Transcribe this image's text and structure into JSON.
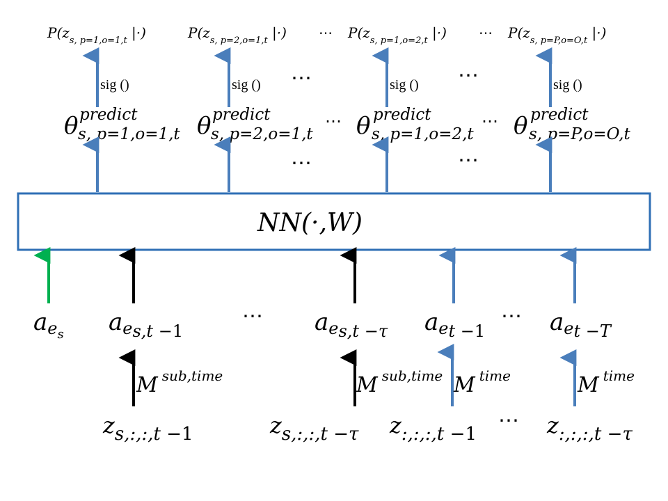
{
  "colors": {
    "blue": "#4a7ebb",
    "black": "#000000",
    "green": "#00b050",
    "box": "#2f6fb5"
  },
  "nn_box": {
    "label": "NN(·,W)"
  },
  "outputs": [
    {
      "label_main": "P(z",
      "label_sub": "s, p=1,o=1,t",
      "label_tail": " |·)",
      "theta_sup": "predict",
      "theta_sub": "s, p=1,o=1,t",
      "sig": "sig ()"
    },
    {
      "label_main": "P(z",
      "label_sub": "s, p=2,o=1,t",
      "label_tail": " |·)",
      "theta_sup": "predict",
      "theta_sub": "s, p=2,o=1,t",
      "sig": "sig ()"
    },
    {
      "label_main": "P(z",
      "label_sub": "s, p=1,o=2,t",
      "label_tail": " |·)",
      "theta_sup": "predict",
      "theta_sub": "s, p=1,o=2,t",
      "sig": "sig ()"
    },
    {
      "label_main": "P(z",
      "label_sub": "s, p=P,o=O,t",
      "label_tail": " |·)",
      "theta_sup": "predict",
      "theta_sub": "s, p=P,o=O,t",
      "sig": "sig ()"
    }
  ],
  "ellipsis": "⋯",
  "inputs": [
    {
      "main": "a",
      "sub": "e",
      "subsub": "s",
      "subtail": ""
    },
    {
      "main": "a",
      "sub": "e",
      "subsub": "s,t",
      "subtail": " −1"
    },
    {
      "main": "a",
      "sub": "e",
      "subsub": "s,t",
      "subtail": " −τ"
    },
    {
      "main": "a",
      "sub": "e",
      "subsub": "t",
      "subtail": " −1"
    },
    {
      "main": "a",
      "sub": "e",
      "subsub": "t",
      "subtail": " −T"
    }
  ],
  "matrices": [
    {
      "main": "M",
      "sup": "sub,time"
    },
    {
      "main": "M",
      "sup": "sub,time"
    },
    {
      "main": "M",
      "sup": "time"
    },
    {
      "main": "M",
      "sup": "time"
    }
  ],
  "zs": [
    {
      "main": "z",
      "sub": "s,:,:,t",
      "tail": " −1"
    },
    {
      "main": "z",
      "sub": "s,:,:,t",
      "tail": " −τ"
    },
    {
      "main": "z",
      "sub": ":,:,:,t",
      "tail": " −1"
    },
    {
      "main": "z",
      "sub": ":,:,:,t",
      "tail": " −τ"
    }
  ]
}
